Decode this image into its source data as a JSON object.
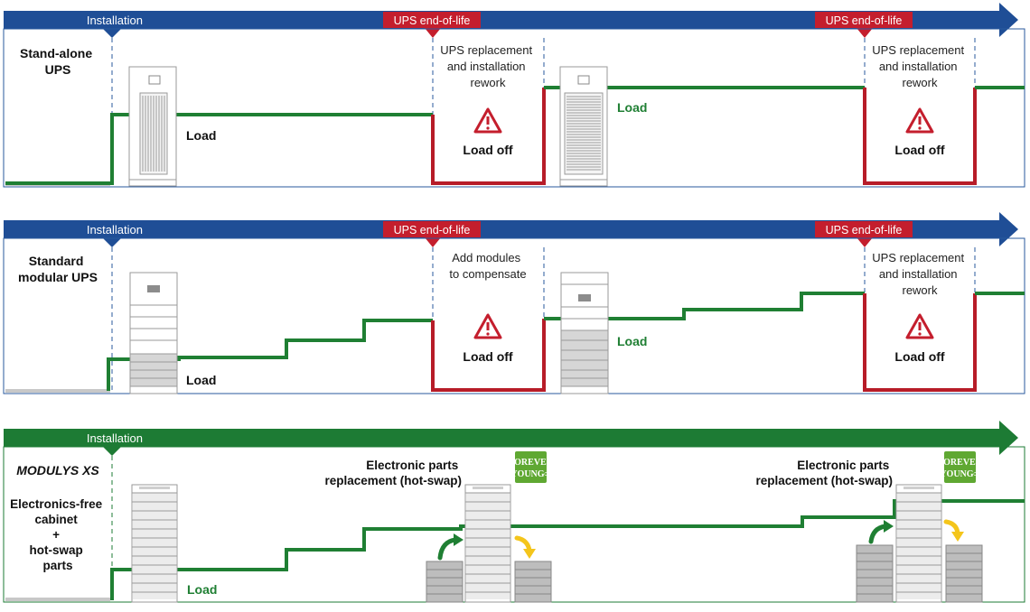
{
  "colors": {
    "blue_arrow": "#1f4e96",
    "green_arrow": "#1d7b34",
    "eol_red": "#c41e2d",
    "load_green": "#1f7f33",
    "load_off_red": "#b71c28",
    "panel_border": "#2a5a9e",
    "forever_green": "#5fa832",
    "swap_green": "#1f7f33",
    "swap_yellow": "#f4c51b"
  },
  "rows": [
    {
      "installation_label": "Installation",
      "eol_labels": [
        "UPS end-of-life",
        "UPS end-of-life"
      ],
      "title_lines": [
        "Stand-alone",
        "UPS"
      ],
      "load_label_1": "Load",
      "load_label_2": "Load",
      "gap1_lines": [
        "UPS replacement",
        "and installation",
        "rework"
      ],
      "gap2_lines": [
        "UPS replacement",
        "and installation",
        "rework"
      ],
      "load_off_1": "Load off",
      "load_off_2": "Load off",
      "warning_icon": "warning-triangle-icon"
    },
    {
      "installation_label": "Installation",
      "eol_labels": [
        "UPS end-of-life",
        "UPS end-of-life"
      ],
      "title_lines": [
        "Standard",
        "modular UPS"
      ],
      "load_label_1": "Load",
      "load_label_2": "Load",
      "gap1_lines": [
        "Add modules",
        "to compensate"
      ],
      "gap2_lines": [
        "UPS replacement",
        "and installation",
        "rework"
      ],
      "load_off_1": "Load off",
      "load_off_2": "Load off",
      "warning_icon": "warning-triangle-icon"
    },
    {
      "installation_label": "Installation",
      "brand": "MODULYS XS",
      "title_lines": [
        "Electronics-free",
        "cabinet",
        "+",
        "hot-swap",
        "parts"
      ],
      "load_label": "Load",
      "replacement_1_lines": [
        "Electronic parts",
        "replacement (hot-swap)"
      ],
      "replacement_2_lines": [
        "Electronic parts",
        "replacement (hot-swap)"
      ],
      "badge_lines": [
        "FOREVER",
        "YOUNG∞"
      ]
    }
  ]
}
